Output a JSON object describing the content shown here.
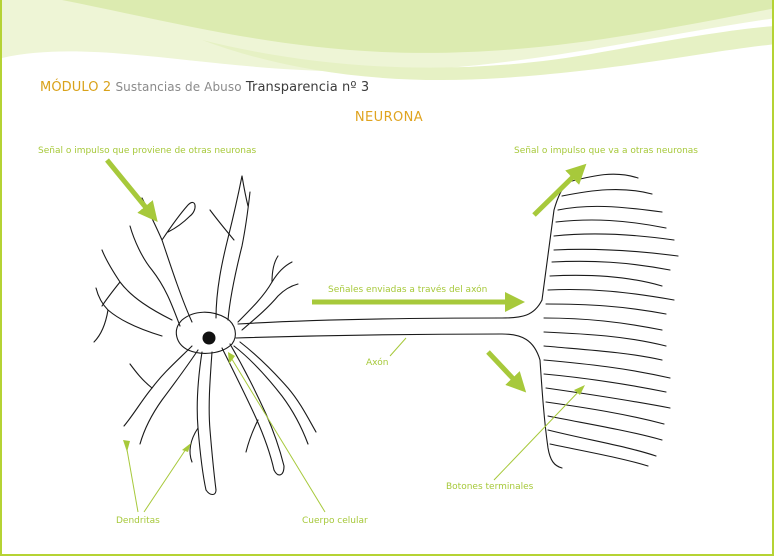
{
  "header": {
    "module_code": "MÓDULO 2",
    "module_name": "Sustancias de Abuso",
    "slide_label": "Transparencia nº 3"
  },
  "diagram": {
    "title": "NEURONA",
    "labels": {
      "incoming_signal": "Señal o impulso que proviene de otras neuronas",
      "outgoing_signal": "Señal o impulso que va a otras neuronas",
      "axon_signals": "Señales enviadas a través del axón",
      "axon": "Axón",
      "dendrites": "Dendritas",
      "cell_body": "Cuerpo celular",
      "terminal_buttons": "Botones terminales"
    },
    "colors": {
      "accent_green": "#a7c93b",
      "title_orange": "#e0a420",
      "line": "#1a1a1a"
    }
  }
}
